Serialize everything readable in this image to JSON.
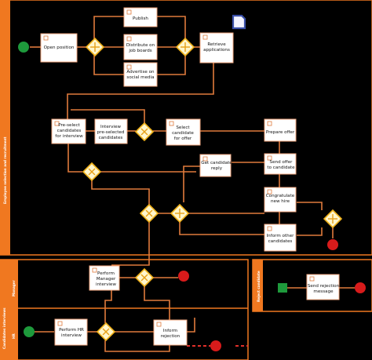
{
  "pools": {
    "main": {
      "label": "Employee selection and recruitment"
    },
    "interviews": {
      "label": "Candidates interviews"
    },
    "reject": {
      "label": "Reject candidate"
    }
  },
  "lanes": {
    "manager": {
      "label": "Manager"
    },
    "hr": {
      "label": "HR"
    }
  },
  "tasks": {
    "open_position": [
      "Open position"
    ],
    "publish": [
      "Publish"
    ],
    "distribute": [
      "Distribute on",
      "job boards"
    ],
    "advertise": [
      "Advertise on",
      "social media"
    ],
    "retrieve": [
      "Retrieve",
      "applications"
    ],
    "preselect": [
      "Pre-select",
      "candidates",
      "for interview"
    ],
    "interview_preselected": [
      "Interview",
      "pre-selected",
      "candidates"
    ],
    "select_offer": [
      "Select",
      "candidate",
      "for offer"
    ],
    "prepare_offer": [
      "Prepare offer"
    ],
    "send_offer": [
      "Send offer",
      "to candidate"
    ],
    "get_reply": [
      "Get candidate",
      "reply"
    ],
    "congratulate": [
      "Congratulate",
      "new hire"
    ],
    "inform_other": [
      "Inform other",
      "candidates"
    ],
    "manager_interview": [
      "Perform",
      "Manager",
      "interview"
    ],
    "hr_interview": [
      "Perform HR",
      "interview"
    ],
    "inform_rejection": [
      "Inform",
      "rejection"
    ],
    "send_rejection": [
      "Send rejection",
      "message"
    ]
  },
  "colors": {
    "pool_accent": "#f07820",
    "flow": "#e07a3c",
    "start_event": "#1e9a3c",
    "end_event": "#d81b1b",
    "gateway_fill": "#fff6cc",
    "gateway_stroke": "#f0b21a",
    "data_object": "#3a4fa8"
  },
  "icons": {
    "task_marker": "task-marker-icon",
    "data_object": "document-icon"
  }
}
